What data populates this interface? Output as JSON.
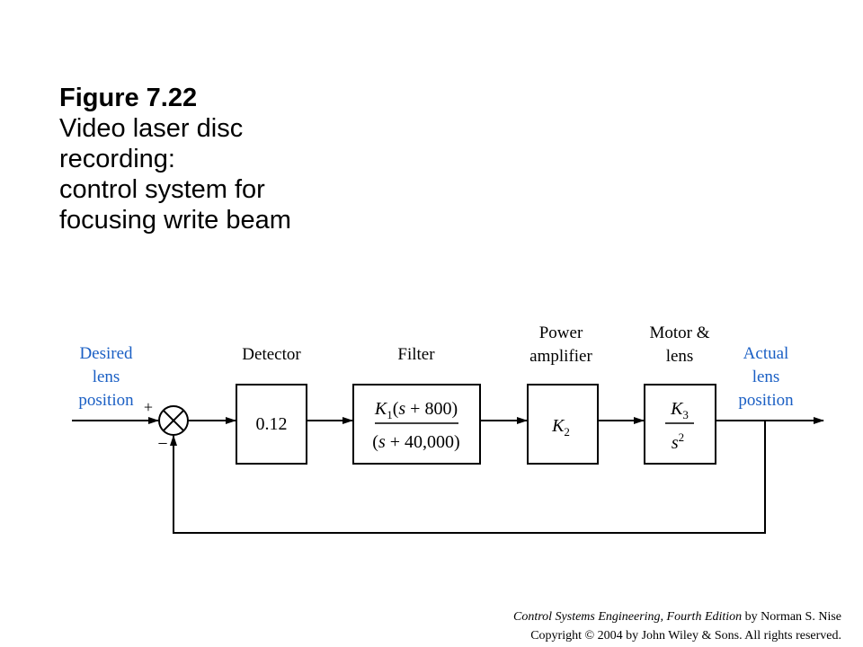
{
  "caption": {
    "figure_number": "Figure 7.22",
    "line1": "Video laser disc",
    "line2": "recording:",
    "line3": "control system for",
    "line4": "focusing write beam"
  },
  "diagram": {
    "input_label": [
      "Desired",
      "lens",
      "position"
    ],
    "output_label": [
      "Actual",
      "lens",
      "position"
    ],
    "sum_plus": "+",
    "sum_minus": "−",
    "blocks": [
      {
        "title": [
          "Detector"
        ],
        "content": "0.12"
      },
      {
        "title": [
          "Filter"
        ],
        "numerator": "K1(s + 800)",
        "denominator": "(s + 40,000)"
      },
      {
        "title": [
          "Power",
          "amplifier"
        ],
        "content": "K2"
      },
      {
        "title": [
          "Motor &",
          "lens"
        ],
        "numerator": "K3",
        "denominator": "s2"
      }
    ],
    "colors": {
      "io_label": "#1a5fc4",
      "line": "#000000"
    }
  },
  "footer": {
    "book_title": "Control Systems Engineering, Fourth Edition",
    "author": " by Norman S. Nise",
    "copyright": "Copyright © 2004 by John Wiley & Sons. All rights reserved."
  }
}
